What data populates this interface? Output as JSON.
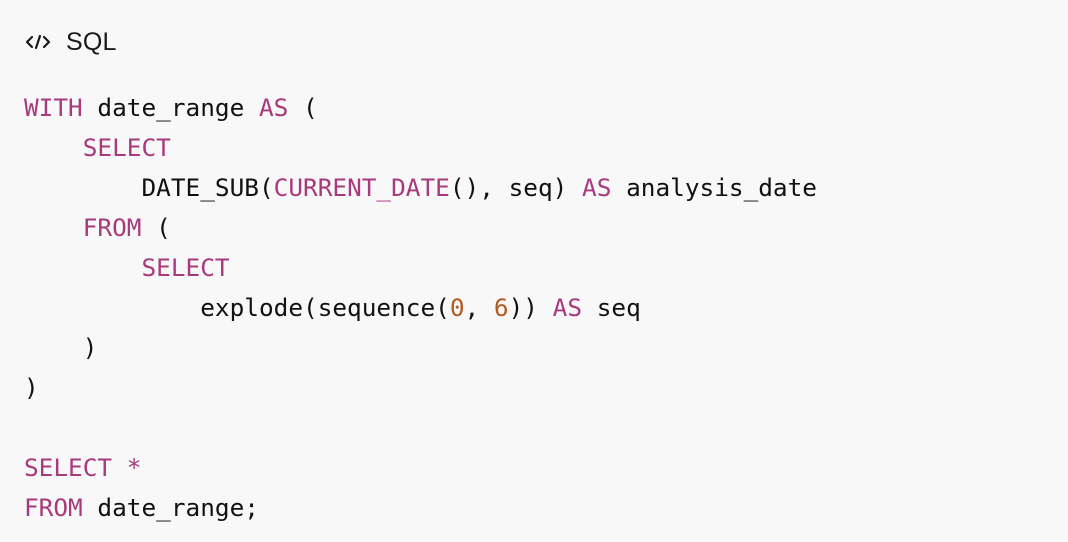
{
  "header": {
    "icon": "code-icon",
    "language": "SQL"
  },
  "colors": {
    "background": "#f8f8f8",
    "keyword": "#a9397d",
    "number": "#b35a1f",
    "text": "#111111"
  },
  "code": {
    "lines": [
      [
        {
          "t": "WITH",
          "c": "kw"
        },
        {
          "t": " date_range ",
          "c": "pl"
        },
        {
          "t": "AS",
          "c": "kw"
        },
        {
          "t": " (",
          "c": "pl"
        }
      ],
      [
        {
          "t": "    ",
          "c": "pl"
        },
        {
          "t": "SELECT",
          "c": "kw"
        }
      ],
      [
        {
          "t": "        DATE_SUB(",
          "c": "pl"
        },
        {
          "t": "CURRENT_DATE",
          "c": "kw"
        },
        {
          "t": "(), seq) ",
          "c": "pl"
        },
        {
          "t": "AS",
          "c": "kw"
        },
        {
          "t": " analysis_date",
          "c": "pl"
        }
      ],
      [
        {
          "t": "    ",
          "c": "pl"
        },
        {
          "t": "FROM",
          "c": "kw"
        },
        {
          "t": " (",
          "c": "pl"
        }
      ],
      [
        {
          "t": "        ",
          "c": "pl"
        },
        {
          "t": "SELECT",
          "c": "kw"
        }
      ],
      [
        {
          "t": "            explode(sequence(",
          "c": "pl"
        },
        {
          "t": "0",
          "c": "num"
        },
        {
          "t": ", ",
          "c": "pl"
        },
        {
          "t": "6",
          "c": "num"
        },
        {
          "t": ")) ",
          "c": "pl"
        },
        {
          "t": "AS",
          "c": "kw"
        },
        {
          "t": " seq",
          "c": "pl"
        }
      ],
      [
        {
          "t": "    )",
          "c": "pl"
        }
      ],
      [
        {
          "t": ")",
          "c": "pl"
        }
      ],
      [],
      [
        {
          "t": "SELECT",
          "c": "kw"
        },
        {
          "t": " ",
          "c": "pl"
        },
        {
          "t": "*",
          "c": "kw"
        }
      ],
      [
        {
          "t": "FROM",
          "c": "kw"
        },
        {
          "t": " date_range;",
          "c": "pl"
        }
      ]
    ]
  }
}
